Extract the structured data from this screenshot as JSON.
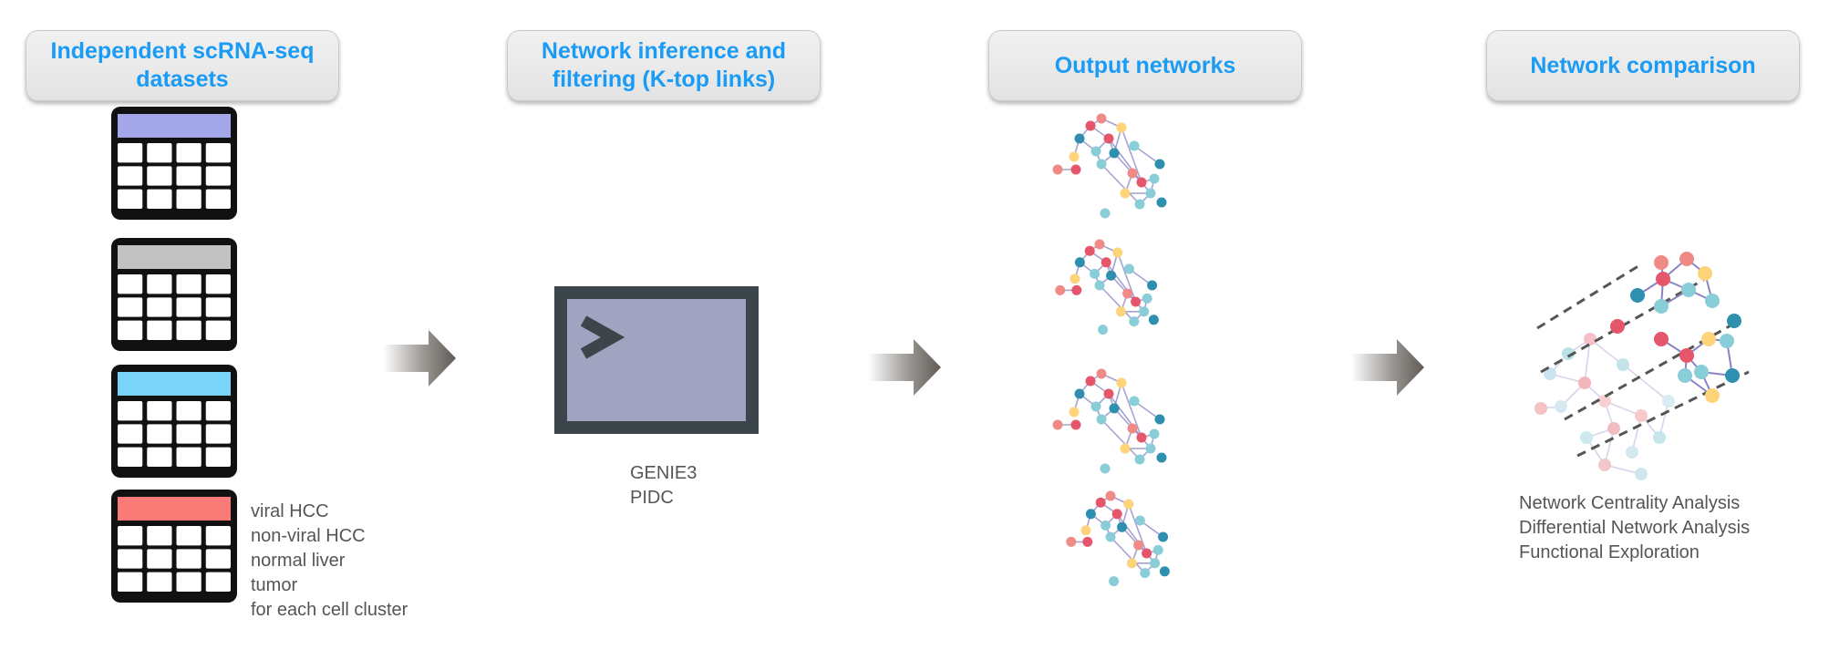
{
  "stages": [
    {
      "title": "Independent scRNA-seq datasets"
    },
    {
      "title": "Network inference and filtering (K-top links)"
    },
    {
      "title": "Output networks"
    },
    {
      "title": "Network comparison"
    }
  ],
  "datasets": {
    "header_colors": [
      "#a4a6ea",
      "#c2c2c2",
      "#7ad3f9",
      "#f97a77"
    ],
    "legend": [
      "viral HCC",
      "non-viral HCC",
      "normal liver",
      "tumor",
      "for each cell cluster"
    ]
  },
  "inference": {
    "methods": [
      "GENIE3",
      "PIDC"
    ],
    "terminal_icon": "terminal-icon"
  },
  "comparison": {
    "analyses": [
      "Network Centrality Analysis",
      "Differential Network Analysis",
      "Functional Exploration"
    ]
  },
  "colors": {
    "title": "#1a9bf5",
    "node_teal": "#88cdd8",
    "node_dark_teal": "#2e8fae",
    "node_red": "#e5566b",
    "node_salmon": "#f08a86",
    "node_yellow": "#fdd47a",
    "edge_purple": "#8a83c2"
  }
}
